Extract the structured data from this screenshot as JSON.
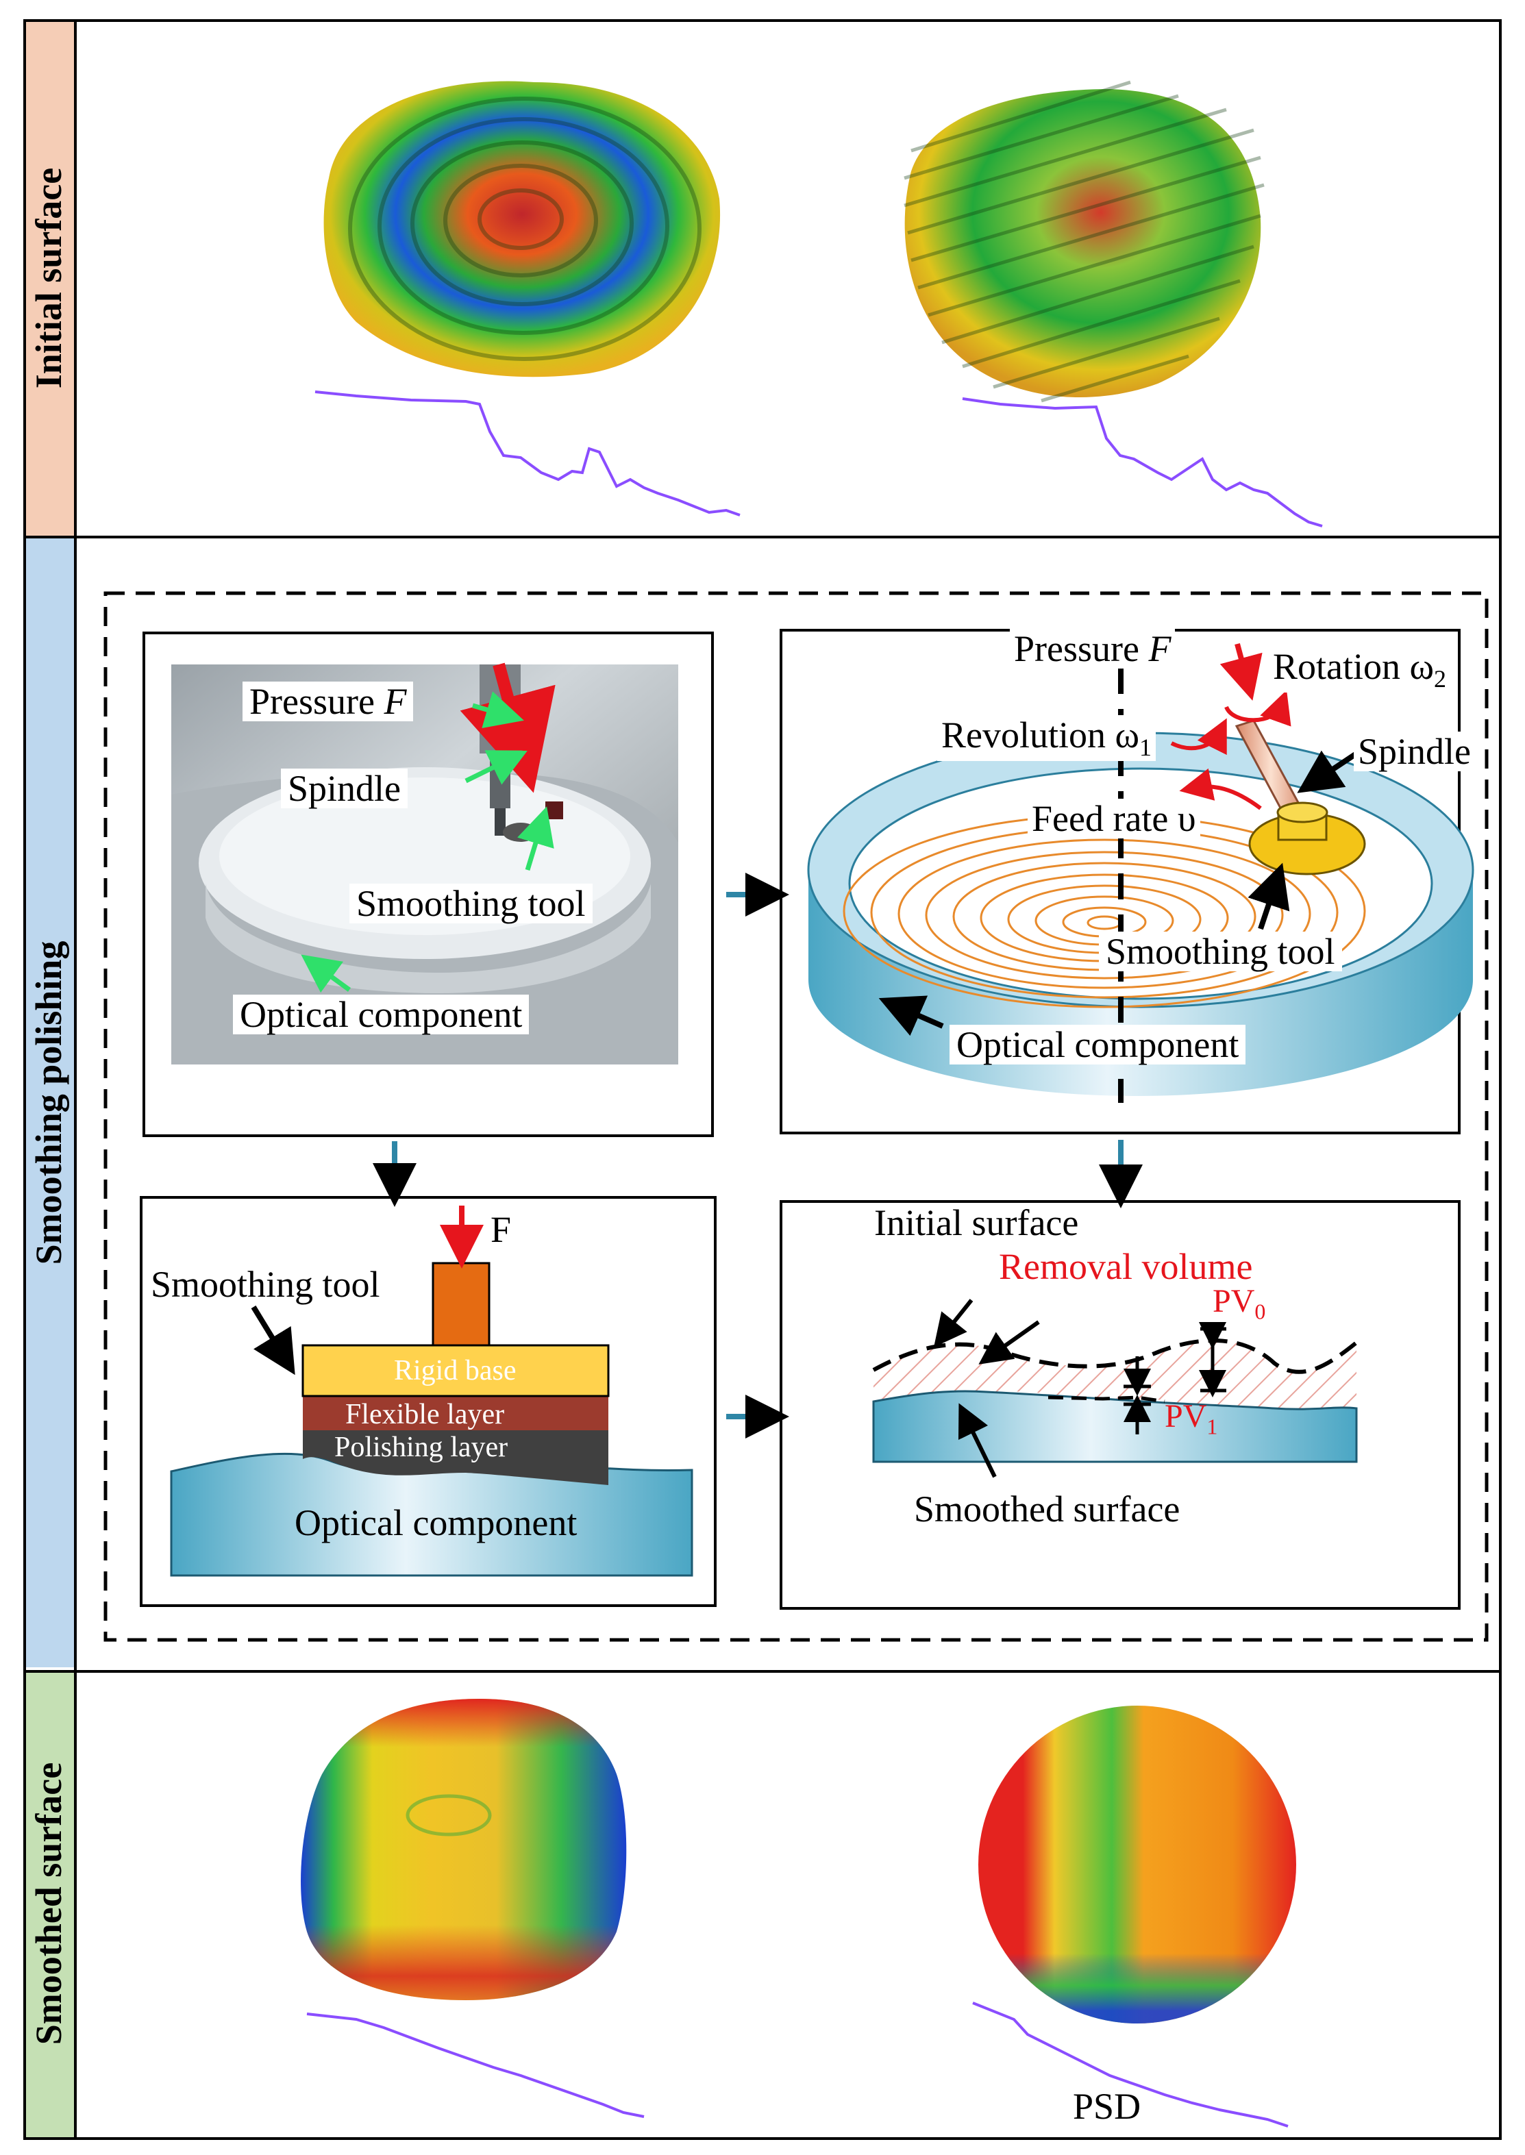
{
  "sections": {
    "initial": "Initial surface",
    "polishing": "Smoothing polishing",
    "smoothed": "Smoothed surface"
  },
  "photo_panel": {
    "pressure": "Pressure",
    "pressure_symbol": "F",
    "spindle": "Spindle",
    "smoothing_tool": "Smoothing tool",
    "optical_component": "Optical component"
  },
  "schematic_panel": {
    "pressure": "Pressure",
    "pressure_symbol": "F",
    "rotation": "Rotation ω",
    "rotation_sub": "2",
    "revolution": "Revolution ω",
    "revolution_sub": "1",
    "spindle": "Spindle",
    "feed_rate": "Feed rate υ",
    "smoothing_tool": "Smoothing tool",
    "optical_component": "Optical component"
  },
  "tool_panel": {
    "force": "F",
    "smoothing_tool": "Smoothing tool",
    "rigid_base": "Rigid base",
    "flexible_layer": "Flexible layer",
    "polishing_layer": "Polishing layer",
    "optical_component": "Optical component"
  },
  "removal_panel": {
    "initial_surface": "Initial surface",
    "removal_volume": "Removal volume",
    "pv0": "PV",
    "pv0_sub": "0",
    "pv1": "PV",
    "pv1_sub": "1",
    "smoothed_surface": "Smoothed surface"
  },
  "psd_label": "PSD",
  "colors": {
    "initial_band": "#f5cdb6",
    "polishing_band": "#bdd7ee",
    "smoothed_band": "#c5e0b4",
    "accent_red": "#e6151d",
    "arrow_teal": "#2e86a6",
    "psd_line": "#8a4dff",
    "rigid_base": "#ffd24d",
    "flexible_layer": "#9c3b2e",
    "polishing_layer": "#404040",
    "spindle_orange": "#e56b12"
  }
}
